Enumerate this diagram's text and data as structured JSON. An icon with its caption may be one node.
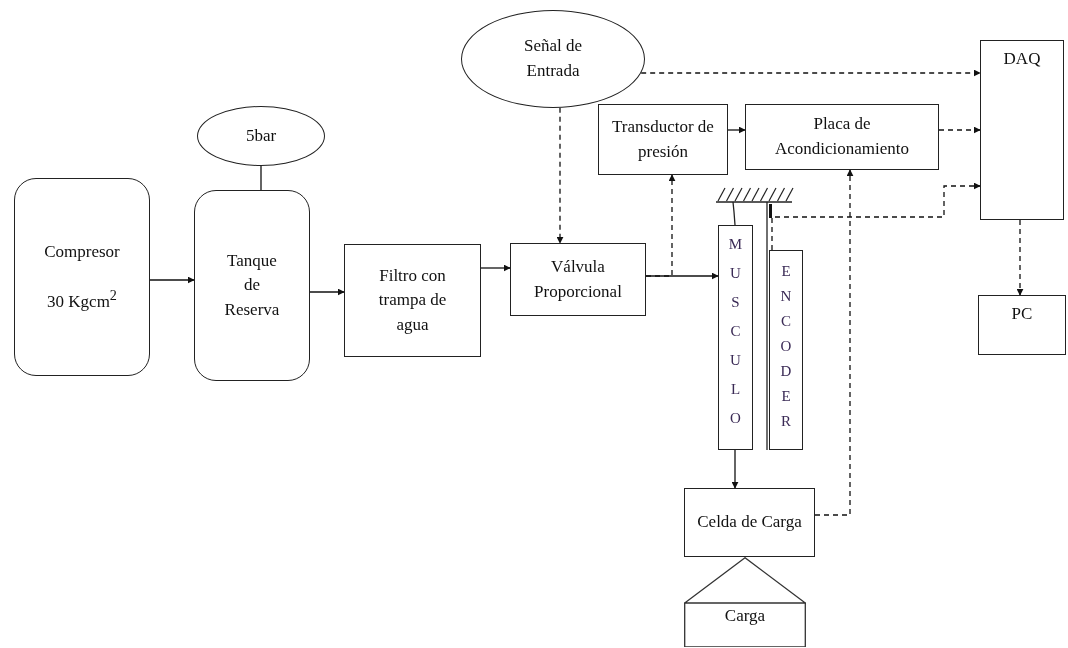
{
  "diagram": {
    "nodes": [
      {
        "text": [
          "Compresor",
          "30 Kgcm$^{2}$"
        ]
      },
      {
        "text": [
          "5bar"
        ]
      },
      {
        "text": [
          "Tanque de Reserva"
        ]
      },
      {
        "text": [
          "Filtro con trampa de agua"
        ]
      },
      {
        "text": [
          "Válvula Proporcional"
        ]
      },
      {
        "text": [
          "Señal de Entrada"
        ]
      },
      {
        "text": [
          "Transductor de presión"
        ]
      },
      {
        "text": [
          "Placa de Acondicionamiento"
        ]
      },
      {
        "text": [
          "DAQ"
        ]
      },
      {
        "text": [
          "PC"
        ]
      },
      {
        "text": [
          "MUSCULO"
        ]
      },
      {
        "text": [
          "ENCODER"
        ]
      },
      {
        "text": [
          "Celda de Carga"
        ]
      },
      {
        "text": [
          "Carga"
        ]
      }
    ],
    "edges": [
      {
        "from": 0,
        "to": 2,
        "arrow": "to"
      },
      {
        "from": 1,
        "to": 2,
        "arrow": "none"
      },
      {
        "from": 2,
        "to": 3,
        "arrow": "to"
      },
      {
        "from": 3,
        "to": 4,
        "arrow": "to"
      },
      {
        "from": 4,
        "to": 10,
        "arrow": "to"
      },
      {
        "from": 4,
        "to": 6,
        "arrow": "to",
        "style": "dashed"
      },
      {
        "from": 6,
        "to": 7,
        "arrow": "to"
      },
      {
        "from": 5,
        "to": 4,
        "arrow": "to",
        "style": "dashed"
      },
      {
        "from": 5,
        "to": 8,
        "arrow": "to",
        "style": "dashed"
      },
      {
        "from": 7,
        "to": 8,
        "arrow": "to",
        "style": "dashed"
      },
      {
        "from": 11,
        "to": 8,
        "arrow": "to",
        "style": "dashed"
      },
      {
        "from": 12,
        "to": 7,
        "arrow": "to",
        "style": "dashed"
      },
      {
        "from": 8,
        "to": 9,
        "arrow": "to",
        "style": "dashed"
      },
      {
        "from": 10,
        "to": 12,
        "arrow": "to"
      }
    ]
  }
}
